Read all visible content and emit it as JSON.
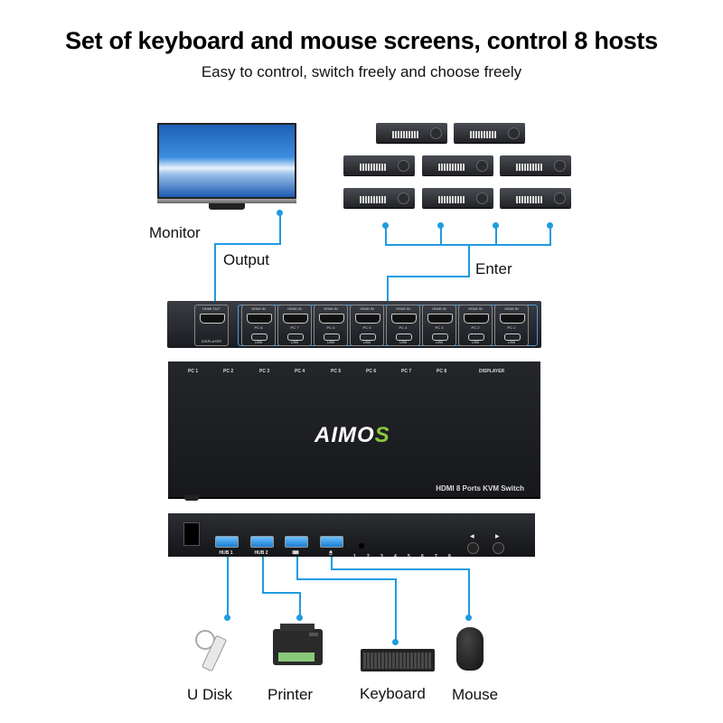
{
  "header": {
    "title": "Set of keyboard and mouse screens, control 8 hosts",
    "subtitle": "Easy to control, switch freely and choose freely"
  },
  "labels": {
    "monitor": "Monitor",
    "output": "Output",
    "enter": "Enter",
    "udisk": "U Disk",
    "printer": "Printer",
    "keyboard": "Keyboard",
    "mouse": "Mouse"
  },
  "rear_panel": {
    "hdmi_out_label": "HDMI OUT",
    "displayer_label": "DISPLAYER",
    "port_header": "HDMI IN",
    "usb_label": "USB",
    "ports": [
      "PC 8",
      "PC 7",
      "PC 6",
      "PC 5",
      "PC 4",
      "PC 3",
      "PC 2",
      "PC 1"
    ]
  },
  "top_view": {
    "port_labels": [
      "PC 1",
      "PC 2",
      "PC 3",
      "PC 4",
      "PC 5",
      "PC 6",
      "PC 7",
      "PC 8",
      "DISPLAYER"
    ],
    "brand_main": "AIMO",
    "brand_accent": "S",
    "model": "HDMI 8 Ports KVM Switch"
  },
  "front_panel": {
    "usb_ports": [
      "HUB 1",
      "HUB 2",
      "⌨",
      "🖱"
    ],
    "channel_numbers": [
      "1",
      "2",
      "3",
      "4",
      "5",
      "6",
      "7",
      "8"
    ],
    "prev_arrow": "◀",
    "next_arrow": "▶"
  },
  "colors": {
    "connector": "#1f9be0",
    "brand_accent": "#8cc63f",
    "device_body": "#1a1c20"
  }
}
